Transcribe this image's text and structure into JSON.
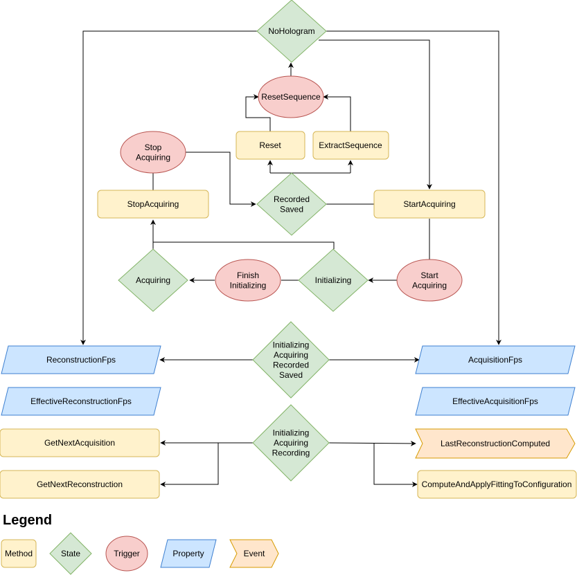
{
  "colors": {
    "method_fill": "#fff2cc",
    "method_stroke": "#d6b656",
    "state_fill": "#d5e8d4",
    "state_stroke": "#82b366",
    "trigger_fill": "#f8cecc",
    "trigger_stroke": "#b85450",
    "property_fill": "#cce5ff",
    "property_stroke": "#3d7fd0",
    "event_fill": "#ffe6cc",
    "event_stroke": "#d79b00",
    "edge": "#000000"
  },
  "nodes": {
    "no_hologram": [
      "NoHologram"
    ],
    "reset_sequence": [
      "ResetSequence"
    ],
    "reset": [
      "Reset"
    ],
    "extract_sequence": [
      "ExtractSequence"
    ],
    "stop_acquiring_trigger": [
      "Stop",
      "Acquiring"
    ],
    "recorded_saved": [
      "Recorded",
      "Saved"
    ],
    "stop_acquiring_method": [
      "StopAcquiring"
    ],
    "start_acquiring_method": [
      "StartAcquiring"
    ],
    "acquiring_state": [
      "Acquiring"
    ],
    "finish_initializing": [
      "Finish",
      "Initializing"
    ],
    "initializing_state": [
      "Initializing"
    ],
    "start_acquiring_trigger": [
      "Start",
      "Acquiring"
    ],
    "reconstruction_fps": [
      "ReconstructionFps"
    ],
    "acquisition_fps": [
      "AcquisitionFps"
    ],
    "multi_state_1": [
      "Initializing",
      "Acquiring",
      "Recorded",
      "Saved"
    ],
    "effective_reconstruction_fps": [
      "EffectiveReconstructionFps"
    ],
    "effective_acquisition_fps": [
      "EffectiveAcquisitionFps"
    ],
    "get_next_acquisition": [
      "GetNextAcquisition"
    ],
    "multi_state_2": [
      "Initializing",
      "Acquiring",
      "Recording"
    ],
    "last_reconstruction_computed": [
      "LastReconstructionComputed"
    ],
    "get_next_reconstruction": [
      "GetNextReconstruction"
    ],
    "compute_and_apply": [
      "ComputeAndApplyFittingToConfiguration"
    ]
  },
  "legend": {
    "title": "Legend",
    "method": [
      "Method"
    ],
    "state": [
      "State"
    ],
    "trigger": [
      "Trigger"
    ],
    "property": [
      "Property"
    ],
    "event": [
      "Event"
    ]
  }
}
